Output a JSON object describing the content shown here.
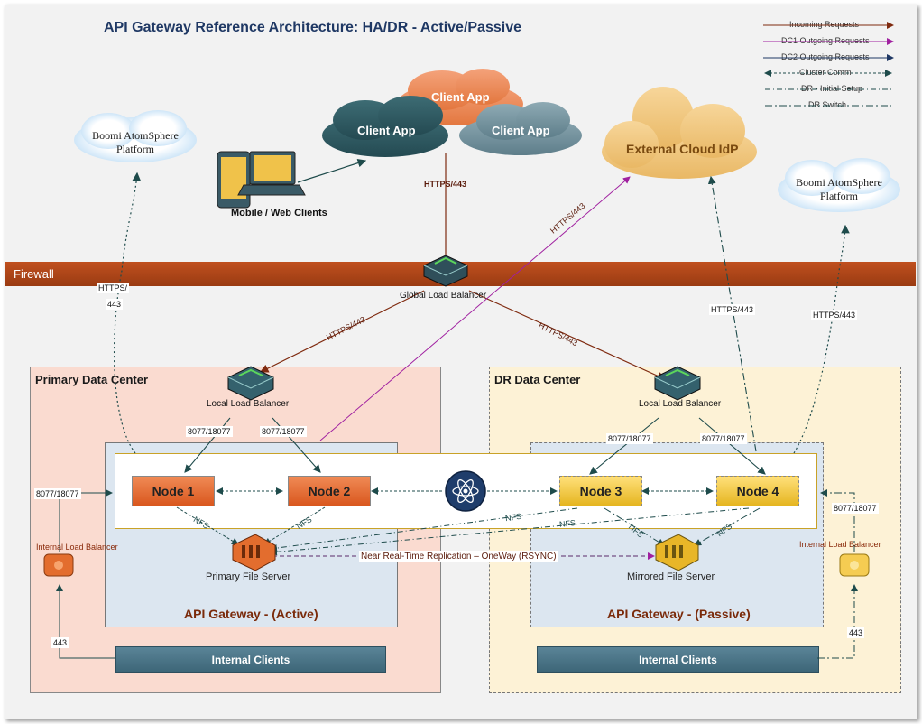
{
  "title": "API Gateway Reference Architecture: HA/DR -  Active/Passive",
  "legend": {
    "incoming": "Incoming Requests",
    "dc1_outgoing": "DC1 Outgoing Requests",
    "dc2_outgoing": "DC2 Outgoing Requests",
    "cluster_comm": "Cluster Comm",
    "dr_initial": "DR - Initial Setup",
    "dr_switch": "DR Switch"
  },
  "clouds": {
    "boomi_left": "Boomi AtomSphere Platform",
    "boomi_right": "Boomi AtomSphere Platform",
    "client_app_top": "Client App",
    "client_app_left": "Client App",
    "client_app_right": "Client App",
    "external_idp": "External Cloud IdP"
  },
  "mobile_web_clients": "Mobile / Web Clients",
  "firewall": "Firewall",
  "global_lb": "Global Load Balancer",
  "protocols": {
    "https_top": "HTTPS/443",
    "https_left_lb": "HTTPS/443",
    "https_right_lb": "HTTPS/443",
    "https_idp": "HTTPS/443",
    "https_boomi_left_1": "HTTPS/",
    "https_boomi_left_2": "443",
    "https_dr_idp": "HTTPS/443",
    "https_boomi_right": "HTTPS/443"
  },
  "primary": {
    "title": "Primary Data Center",
    "local_lb": "Local Load Balancer",
    "port_left": "8077/18077",
    "port_right": "8077/18077",
    "port_internal": "8077/18077",
    "internal_lb": "Internal Load Balancer",
    "file_server": "Primary File Server",
    "gateway": "API Gateway - (Active)",
    "clients": "Internal Clients",
    "port_443": "443"
  },
  "dr": {
    "title": "DR Data Center",
    "local_lb": "Local Load Balancer",
    "port_left": "8077/18077",
    "port_right": "8077/18077",
    "port_internal": "8077/18077",
    "internal_lb": "Internal Load Balancer",
    "file_server": "Mirrored File Server",
    "gateway": "API Gateway - (Passive)",
    "clients": "Internal Clients",
    "port_443": "443"
  },
  "nodes": [
    "Node 1",
    "Node 2",
    "Node 3",
    "Node 4"
  ],
  "nfs": "NFS",
  "replication": "Near Real-Time Replication – OneWay (RSYNC)",
  "colors": {
    "incoming": "#7f2a0f",
    "dc1_outgoing": "#a020a0",
    "dc2_outgoing": "#1f3864",
    "cluster": "#1e4b4b",
    "firewall": "#b04818",
    "primary_bg": "#fadbd0",
    "dr_bg": "#fdf2d6"
  }
}
